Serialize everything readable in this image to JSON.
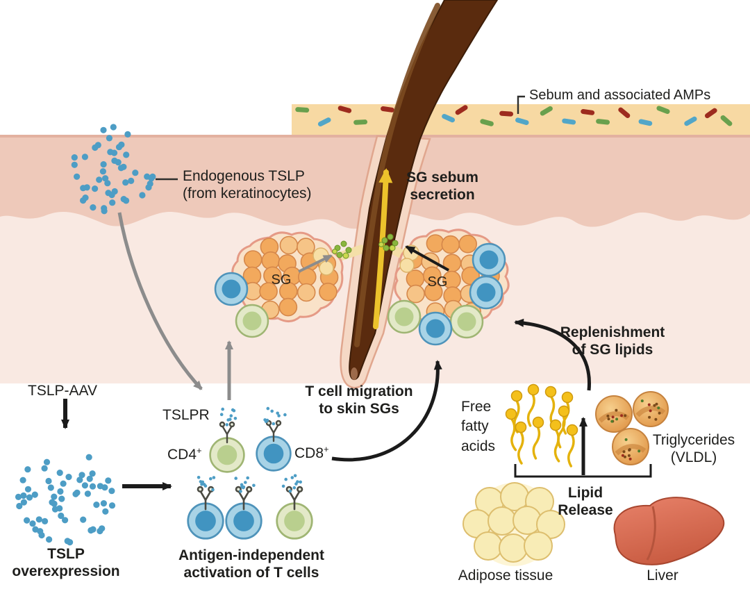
{
  "labels": {
    "sebum_amps": "Sebum and associated AMPs",
    "endogenous_tslp": "Endogenous TSLP\n(from keratinocytes)",
    "sg_sebum_secretion": "SG sebum\nsecretion",
    "sg_left": "SG",
    "sg_right": "SG",
    "replenishment": "Replenishment\nof SG lipids",
    "tslp_aav": "TSLP-AAV",
    "tslpr": "TSLPR",
    "cd4_base": "CD4",
    "cd4_sup": "+",
    "cd8_base": "CD8",
    "cd8_sup": "+",
    "t_cell_migration": "T cell migration\nto skin SGs",
    "tslp_overexpression": "TSLP\noverexpression",
    "antigen_activation": "Antigen-independent\nactivation of T cells",
    "free_fatty_acids": "Free\nfatty\nacids",
    "triglycerides": "Triglycerides\n(VLDL)",
    "lipid_release": "Lipid\nRelease",
    "adipose_tissue": "Adipose tissue",
    "liver": "Liver"
  },
  "palette": {
    "epidermis": "#eec9ba",
    "dermis": "#f9e9e2",
    "sebum_band": "#f7d9a3",
    "hair": "#5a2b0e",
    "gland_fill": "#f9e2c8",
    "gland_cell": "#f2a95d",
    "t_cell_blue": "#a8d3e6",
    "t_cell_blue_core": "#4194c1",
    "t_cell_green": "#e3e9c8",
    "t_cell_green_core": "#b9cf8e",
    "tslp_dots": "#4d9dc5",
    "secretion_arrow": "#ecc22c",
    "fatty_acid": "#f4c01b",
    "triglyceride": "#e9a65c",
    "adipose": "#f8ecb6",
    "liver": "#d96a4f",
    "microbe_green": "#69a04d",
    "microbe_blue": "#52a6c8",
    "microbe_red": "#9d2b1e"
  }
}
